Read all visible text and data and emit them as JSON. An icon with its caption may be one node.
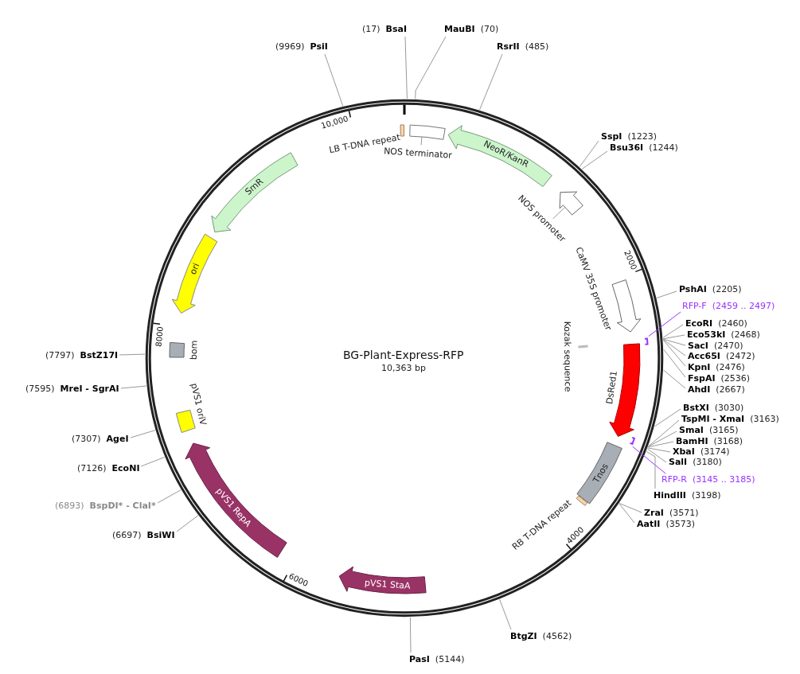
{
  "diagram": {
    "title": "BG-Plant-Express-RFP",
    "nodes": [
      {
        "text": [
          "(17)",
          "BsaI"
        ]
      },
      {
        "text": [
          "MauBI",
          "(70)"
        ]
      },
      {
        "text": [
          "RsrII",
          "(485)"
        ]
      },
      {
        "text": [
          "SspI",
          "(1223)"
        ]
      },
      {
        "text": [
          "Bsu36I",
          "(1244)"
        ]
      },
      {
        "text": [
          "PshAI",
          "(2205)"
        ]
      },
      {
        "text": [
          "RFP-F",
          "(2459 .. 2497)"
        ]
      },
      {
        "text": [
          "EcoRI",
          "(2460)"
        ]
      },
      {
        "text": [
          "Eco53kI",
          "(2468)"
        ]
      },
      {
        "text": [
          "SacI",
          "(2470)"
        ]
      },
      {
        "text": [
          "Acc65I",
          "(2472)"
        ]
      },
      {
        "text": [
          "KpnI",
          "(2476)"
        ]
      },
      {
        "text": [
          "FspAI",
          "(2536)"
        ]
      },
      {
        "text": [
          "AhdI",
          "(2667)"
        ]
      },
      {
        "text": [
          "BstXI",
          "(3030)"
        ]
      },
      {
        "text": [
          "TspMI - XmaI",
          "(3163)"
        ]
      },
      {
        "text": [
          "SmaI",
          "(3165)"
        ]
      },
      {
        "text": [
          "BamHI",
          "(3168)"
        ]
      },
      {
        "text": [
          "XbaI",
          "(3174)"
        ]
      },
      {
        "text": [
          "SalI",
          "(3180)"
        ]
      },
      {
        "text": [
          "RFP-R",
          "(3145 .. 3185)"
        ]
      },
      {
        "text": [
          "HindIII",
          "(3198)"
        ]
      },
      {
        "text": [
          "ZraI",
          "(3571)"
        ]
      },
      {
        "text": [
          "AatII",
          "(3573)"
        ]
      },
      {
        "text": [
          "BtgZI",
          "(4562)"
        ]
      },
      {
        "text": [
          "PasI",
          "(5144)"
        ]
      },
      {
        "text": [
          "(6697)",
          "BsiWI"
        ]
      },
      {
        "text": [
          "(6893)",
          "BspDI* - ClaI*"
        ]
      },
      {
        "text": [
          "(7126)",
          "EcoNI"
        ]
      },
      {
        "text": [
          "(7307)",
          "AgeI"
        ]
      },
      {
        "text": [
          "(7595)",
          "MreI - SgrAI"
        ]
      },
      {
        "text": [
          "(7797)",
          "BstZ17I"
        ]
      },
      {
        "text": [
          "(9969)",
          "PsiI"
        ]
      },
      {
        "text": [
          "LB T-DNA repeat"
        ]
      },
      {
        "text": [],
        "shape": "box"
      },
      {
        "text": [
          "NOS terminator"
        ]
      },
      {
        "text": [
          "NeoR/KanR"
        ]
      },
      {
        "text": [],
        "shape": "arrow"
      },
      {
        "text": [
          "NOS promoter"
        ]
      },
      {
        "text": [
          "CaMV 35S promoter"
        ]
      },
      {
        "text": [
          "Kozak sequence"
        ]
      },
      {
        "text": [
          "DsRed1"
        ]
      },
      {
        "text": [
          "Tnos"
        ]
      },
      {
        "text": [
          "RB T-DNA repeat"
        ]
      },
      {
        "text": [
          "pVS1 StaA"
        ]
      },
      {
        "text": [
          "pVS1 RepA"
        ]
      },
      {
        "text": [
          "pVS1 oriV"
        ]
      },
      {
        "text": [
          "bom"
        ]
      },
      {
        "text": [
          "ori"
        ]
      },
      {
        "text": [
          "SmR"
        ]
      },
      {
        "text": [],
        "shape": "bar"
      },
      {
        "text": [],
        "shape": "bar"
      }
    ],
    "edges": [
      {
        "from": 0,
        "to": null,
        "arrow": "none"
      },
      {
        "from": 1,
        "to": null,
        "arrow": "none"
      },
      {
        "from": 2,
        "to": null,
        "arrow": "none"
      },
      {
        "from": 3,
        "to": null,
        "arrow": "none"
      },
      {
        "from": 4,
        "to": null,
        "arrow": "none"
      },
      {
        "from": 5,
        "to": null,
        "arrow": "none"
      },
      {
        "from": 6,
        "to": 50,
        "arrow": "none",
        "color": "#9933ff"
      },
      {
        "from": 7,
        "to": null,
        "arrow": "none"
      },
      {
        "from": 8,
        "to": null,
        "arrow": "none"
      },
      {
        "from": 9,
        "to": null,
        "arrow": "none"
      },
      {
        "from": 10,
        "to": null,
        "arrow": "none"
      },
      {
        "from": 11,
        "to": null,
        "arrow": "none"
      },
      {
        "from": 12,
        "to": null,
        "arrow": "none"
      },
      {
        "from": 13,
        "to": null,
        "arrow": "none"
      },
      {
        "from": 14,
        "to": null,
        "arrow": "none"
      },
      {
        "from": 15,
        "to": null,
        "arrow": "none"
      },
      {
        "from": 16,
        "to": null,
        "arrow": "none"
      },
      {
        "from": 17,
        "to": null,
        "arrow": "none"
      },
      {
        "from": 18,
        "to": null,
        "arrow": "none"
      },
      {
        "from": 19,
        "to": null,
        "arrow": "none"
      },
      {
        "from": 20,
        "to": 51,
        "arrow": "none",
        "color": "#9933ff"
      },
      {
        "from": 21,
        "to": null,
        "arrow": "none"
      },
      {
        "from": 22,
        "to": null,
        "arrow": "none"
      },
      {
        "from": 23,
        "to": null,
        "arrow": "none"
      },
      {
        "from": 24,
        "to": null,
        "arrow": "none"
      },
      {
        "from": 25,
        "to": null,
        "arrow": "none"
      },
      {
        "from": 26,
        "to": null,
        "arrow": "none"
      },
      {
        "from": 27,
        "to": null,
        "arrow": "none"
      },
      {
        "from": 28,
        "to": null,
        "arrow": "none"
      },
      {
        "from": 29,
        "to": null,
        "arrow": "none"
      },
      {
        "from": 30,
        "to": null,
        "arrow": "none"
      },
      {
        "from": 31,
        "to": null,
        "arrow": "none"
      },
      {
        "from": 32,
        "to": null,
        "arrow": "none"
      },
      {
        "from": 35,
        "to": 34,
        "arrow": "none"
      },
      {
        "from": 38,
        "to": 37,
        "arrow": "none"
      }
    ],
    "labels": [
      "10,000",
      "2000",
      "8000",
      "10,363 bp",
      "4000",
      "6000"
    ]
  }
}
